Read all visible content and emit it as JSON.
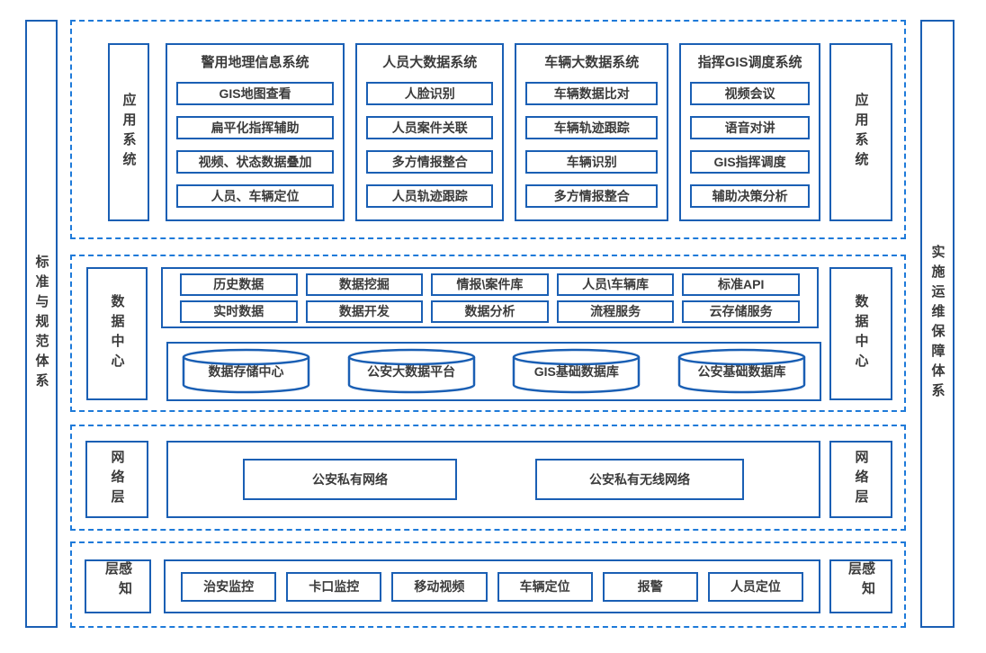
{
  "colors": {
    "solid_border": "#1a5fb4",
    "dashed_border": "#1e7ad9",
    "text": "#3b3b3b",
    "background": "#ffffff"
  },
  "sidebars": {
    "left": "标准与规范体系",
    "right": "实施运维保障体系"
  },
  "layers": [
    {
      "label": "应用系统",
      "groups": [
        {
          "title": "警用地理信息系统",
          "items": [
            "GIS地图查看",
            "扁平化指挥辅助",
            "视频、状态数据叠加",
            "人员、车辆定位"
          ]
        },
        {
          "title": "人员大数据系统",
          "items": [
            "人脸识别",
            "人员案件关联",
            "多方情报整合",
            "人员轨迹跟踪"
          ]
        },
        {
          "title": "车辆大数据系统",
          "items": [
            "车辆数据比对",
            "车辆轨迹跟踪",
            "车辆识别",
            "多方情报整合"
          ]
        },
        {
          "title": "指挥GIS调度系统",
          "items": [
            "视频会议",
            "语音对讲",
            "GIS指挥调度",
            "辅助决策分析"
          ]
        }
      ]
    },
    {
      "label": "数据中心",
      "services": {
        "row1": [
          "历史数据",
          "数据挖掘",
          "情报\\案件库",
          "人员\\车辆库",
          "标准API"
        ],
        "row2": [
          "实时数据",
          "数据开发",
          "数据分析",
          "流程服务",
          "云存储服务"
        ]
      },
      "databases": [
        "数据存储中心",
        "公安大数据平台",
        "GIS基础数据库",
        "公安基础数据库"
      ]
    },
    {
      "label": "网络层",
      "items": [
        "公安私有网络",
        "公安私有无线网络"
      ]
    },
    {
      "label": "感知层",
      "items": [
        "治安监控",
        "卡口监控",
        "移动视频",
        "车辆定位",
        "报警",
        "人员定位"
      ]
    }
  ]
}
